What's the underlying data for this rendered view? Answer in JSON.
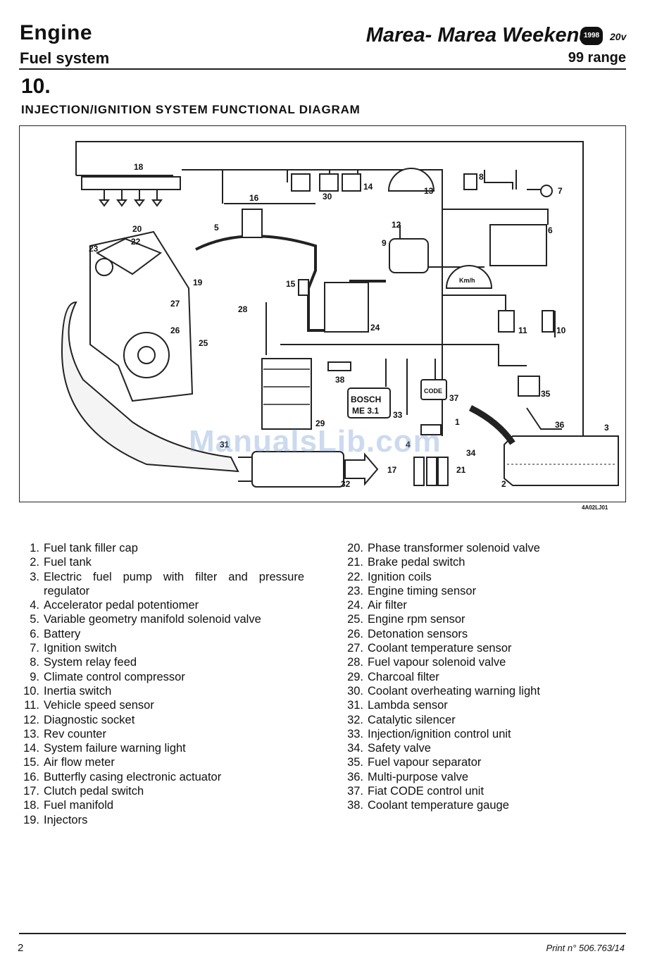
{
  "header": {
    "section": "Engine",
    "subsection": "Fuel system",
    "model": "Marea- Marea Weekend",
    "badge": "1998",
    "engine_variant": "20v",
    "range": "99 range"
  },
  "section_number": "10.",
  "diagram": {
    "title": "INJECTION/IGNITION SYSTEM FUNCTIONAL DIAGRAM",
    "figure_code": "4A02LJ01",
    "ecu_label_1": "BOSCH",
    "ecu_label_2": "ME 3.1",
    "code_label": "CODE",
    "kmh_label": "Km/h",
    "callouts": [
      "1",
      "2",
      "3",
      "4",
      "5",
      "6",
      "7",
      "8",
      "9",
      "10",
      "11",
      "12",
      "13",
      "14",
      "15",
      "16",
      "17",
      "18",
      "19",
      "20",
      "21",
      "22",
      "23",
      "24",
      "25",
      "26",
      "27",
      "28",
      "29",
      "30",
      "31",
      "32",
      "33",
      "34",
      "35",
      "36",
      "37",
      "38"
    ]
  },
  "watermark": "ManualsLib.com",
  "legend_left": [
    {
      "num": "1.",
      "text": "Fuel tank filler cap"
    },
    {
      "num": "2.",
      "text": "Fuel tank"
    },
    {
      "num": "3.",
      "text": "Electric fuel pump with filter and pressure regulator"
    },
    {
      "num": "4.",
      "text": "Accelerator pedal potentiomer"
    },
    {
      "num": "5.",
      "text": "Variable geometry manifold solenoid valve"
    },
    {
      "num": "6.",
      "text": "Battery"
    },
    {
      "num": "7.",
      "text": "Ignition switch"
    },
    {
      "num": "8.",
      "text": "System relay feed"
    },
    {
      "num": "9.",
      "text": "Climate control compressor"
    },
    {
      "num": "10.",
      "text": "Inertia switch"
    },
    {
      "num": "11.",
      "text": "Vehicle speed sensor"
    },
    {
      "num": "12.",
      "text": "Diagnostic socket"
    },
    {
      "num": "13.",
      "text": "Rev counter"
    },
    {
      "num": "14.",
      "text": "System failure warning light"
    },
    {
      "num": "15.",
      "text": "Air flow meter"
    },
    {
      "num": "16.",
      "text": "Butterfly casing electronic actuator"
    },
    {
      "num": "17.",
      "text": "Clutch pedal switch"
    },
    {
      "num": "18.",
      "text": "Fuel manifold"
    },
    {
      "num": "19.",
      "text": "Injectors"
    }
  ],
  "legend_right": [
    {
      "num": "20.",
      "text": "Phase transformer solenoid valve"
    },
    {
      "num": "21.",
      "text": "Brake pedal switch"
    },
    {
      "num": "22.",
      "text": "Ignition coils"
    },
    {
      "num": "23.",
      "text": "Engine timing sensor"
    },
    {
      "num": "24.",
      "text": "Air filter"
    },
    {
      "num": "25.",
      "text": "Engine rpm sensor"
    },
    {
      "num": "26.",
      "text": "Detonation sensors"
    },
    {
      "num": "27.",
      "text": "Coolant temperature sensor"
    },
    {
      "num": "28.",
      "text": "Fuel vapour solenoid valve"
    },
    {
      "num": "29.",
      "text": "Charcoal filter"
    },
    {
      "num": "30.",
      "text": "Coolant overheating warning light"
    },
    {
      "num": "31.",
      "text": "Lambda sensor"
    },
    {
      "num": "32.",
      "text": "Catalytic silencer"
    },
    {
      "num": "33.",
      "text": "Injection/ignition control unit"
    },
    {
      "num": "34.",
      "text": "Safety valve"
    },
    {
      "num": "35.",
      "text": "Fuel vapour separator"
    },
    {
      "num": "36.",
      "text": "Multi-purpose valve"
    },
    {
      "num": "37.",
      "text": "Fiat CODE control unit"
    },
    {
      "num": "38.",
      "text": "Coolant temperature gauge"
    }
  ],
  "footer": {
    "page": "2",
    "print": "Print n° 506.763/14"
  }
}
